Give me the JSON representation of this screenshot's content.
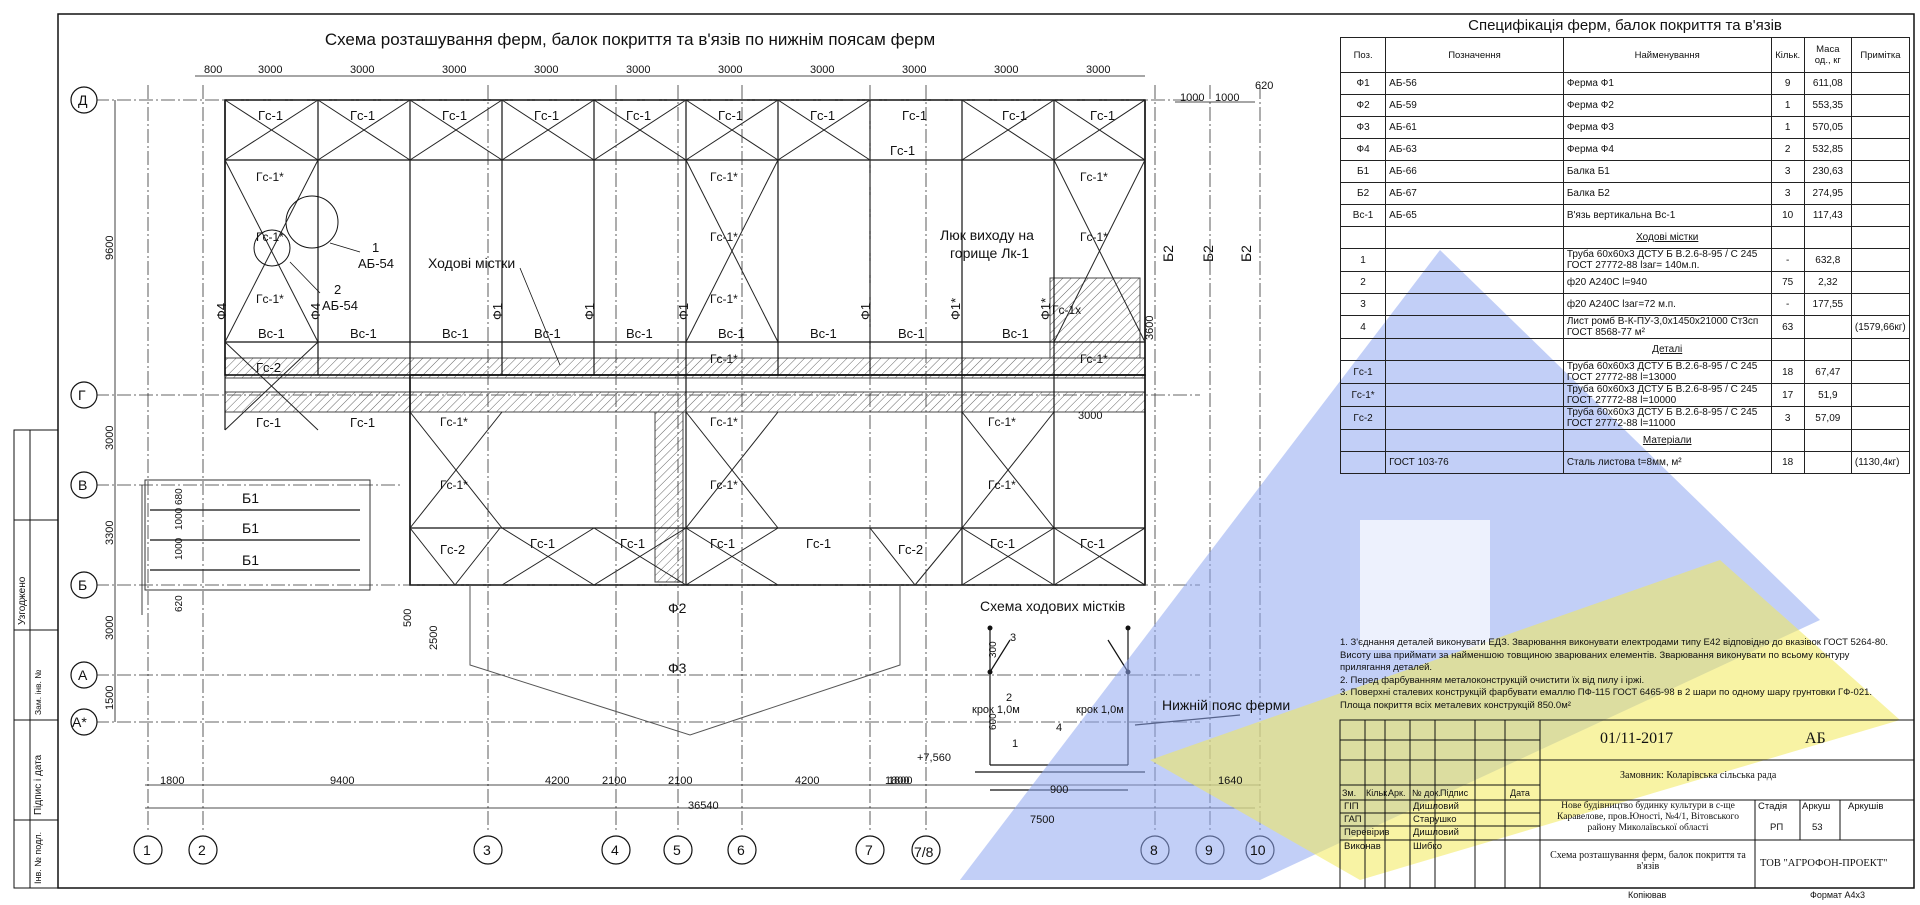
{
  "plan": {
    "title": "Схема розташування ферм, балок покриття та в'язів по нижнім поясам ферм",
    "axes_letters": [
      "Д",
      "Г",
      "В",
      "Б",
      "А",
      "А*"
    ],
    "axes_numbers": [
      "1",
      "2",
      "3",
      "4",
      "5",
      "6",
      "7",
      "7/8",
      "8",
      "9",
      "10"
    ],
    "top_dims": [
      "800",
      "3000",
      "3000",
      "3000",
      "3000",
      "3000",
      "3000",
      "3000",
      "3000",
      "3000",
      "3000"
    ],
    "top_right_dims": [
      "1000",
      "1000",
      "620"
    ],
    "bottom_dims": [
      "1800",
      "9400",
      "4200",
      "2100",
      "2100",
      "4200",
      "1800",
      "1640"
    ],
    "total_dim": "36540",
    "left_dims": [
      "9600",
      "3000",
      "3300",
      "3000",
      "1500"
    ],
    "left_small_dims": [
      "680",
      "1000",
      "1000",
      "620"
    ],
    "other_dims": [
      "3600",
      "3000",
      "7500",
      "500",
      "2500"
    ],
    "row1_labels": [
      "Гс-1",
      "Гс-1",
      "Гс-1",
      "Гс-1",
      "Гс-1",
      "Гс-1",
      "Гс-1",
      "Гс-1",
      "Гс-1",
      "Гс-1"
    ],
    "gs1_extra": "Гс-1",
    "gs1star": "Гс-1*",
    "gs1_label": "Гс-1",
    "gs2": "Гс-2",
    "gs1b": "Гс-1",
    "vs1": "Вс-1",
    "f1": "Ф1",
    "f1star": "Ф1*",
    "f4": "Ф4",
    "f2": "Ф2",
    "f3": "Ф3",
    "b1": "Б1",
    "b2": "Б2",
    "callout1_num": "1",
    "callout1_code": "АБ-54",
    "callout2_num": "2",
    "callout2_code": "АБ-54",
    "walkways_label": "Ходові містки",
    "hatch_label_line1": "Люк виходу на",
    "hatch_label_line2": "горище Лк-1",
    "gs1x": "Гс-1х",
    "elev": "+7,560",
    "dim_1800_label": "1800"
  },
  "walkway": {
    "title": "Схема ходових містків",
    "lower_chord": "Нижній пояс ферми",
    "step": "крок 1,0м",
    "dims": [
      "300",
      "600",
      "900"
    ],
    "marks": [
      "1",
      "2",
      "3",
      "4"
    ]
  },
  "spec": {
    "title": "Специфікація ферм, балок покриття та в'язів",
    "headers": [
      "Поз.",
      "Позначення",
      "Найменування",
      "Кільк.",
      "Маса од., кг",
      "Примітка"
    ],
    "rows": [
      [
        "Ф1",
        "АБ-56",
        "Ферма Ф1",
        "9",
        "611,08",
        ""
      ],
      [
        "Ф2",
        "АБ-59",
        "Ферма Ф2",
        "1",
        "553,35",
        ""
      ],
      [
        "Ф3",
        "АБ-61",
        "Ферма Ф3",
        "1",
        "570,05",
        ""
      ],
      [
        "Ф4",
        "АБ-63",
        "Ферма Ф4",
        "2",
        "532,85",
        ""
      ],
      [
        "Б1",
        "АБ-66",
        "Балка Б1",
        "3",
        "230,63",
        ""
      ],
      [
        "Б2",
        "АБ-67",
        "Балка Б2",
        "3",
        "274,95",
        ""
      ],
      [
        "Вс-1",
        "АБ-65",
        "В'язь вертикальна Вс-1",
        "10",
        "117,43",
        ""
      ]
    ],
    "section_walkways": "Ходові містки",
    "walk_rows": [
      [
        "1",
        "",
        "Труба 60х60х3 ДСТУ Б В.2.6-8-95 / С 245 ГОСТ 27772-88  lзаг= 140м.п.",
        "-",
        "632,8",
        ""
      ],
      [
        "2",
        "",
        "ф20 А240С l=940",
        "75",
        "2,32",
        ""
      ],
      [
        "3",
        "",
        "ф20 А240С lзаг=72 м.п.",
        "-",
        "177,55",
        ""
      ],
      [
        "4",
        "",
        "Лист ромб В-К-ПУ-3,0х1450х21000 Ст3сп ГОСТ 8568-77  м²",
        "63",
        "",
        "(1579,66кг)"
      ]
    ],
    "section_details": "Деталі",
    "detail_rows": [
      [
        "Гс-1",
        "",
        "Труба 60х60х3 ДСТУ Б В.2.6-8-95 / С 245 ГОСТ 27772-88  l=13000",
        "18",
        "67,47",
        ""
      ],
      [
        "Гс-1*",
        "",
        "Труба 60х60х3 ДСТУ Б В.2.6-8-95 / С 245 ГОСТ 27772-88  l=10000",
        "17",
        "51,9",
        ""
      ],
      [
        "Гс-2",
        "",
        "Труба 60х60х3 ДСТУ Б В.2.6-8-95 / С 245 ГОСТ 27772-88  l=11000",
        "3",
        "57,09",
        ""
      ]
    ],
    "section_materials": "Матеріали",
    "material_rows": [
      [
        "",
        "ГОСТ 103-76",
        "Сталь листова  t=8мм, м²",
        "18",
        "",
        "(1130,4кг)"
      ]
    ]
  },
  "notes": [
    "1. З'єднання деталей виконувати ЕДЗ. Зварювання виконувати електродами типу Е42 відповідно до вказівок ГОСТ 5264-80. Висоту шва приймати за найменшою товщиною зварюваних елементів. Зварювання виконувати по всьому контуру прилягання деталей.",
    "2. Перед фарбуванням металоконструкцій очистити їх від пилу і іржі.",
    "3. Поверхні сталевих конструкцій фарбувати емаллю ПФ-115 ГОСТ 6465-98 в 2 шари по одному шару грунтовки ГФ-021. Площа покриття всіх металевих конструкцій 850.0м²"
  ],
  "titleblock": {
    "doc_code": "01/11-2017",
    "code_suffix": "АБ",
    "customer": "Замовник:  Коларівська сільська рада",
    "col_heads": [
      "Зм.",
      "Кільк.",
      "Арк.",
      "№ док.",
      "Підпис",
      "Дата"
    ],
    "roles": [
      "ГІП",
      "ГАП",
      "Перевірив",
      "Виконав"
    ],
    "names": [
      "Дишловий",
      "Старушко",
      "Дишловий",
      "Шибко"
    ],
    "project": "Нове будівництво будинку культури в с-ще Каравелове, пров.Юності, №4/1, Вітовського району Миколаївської області",
    "stage_head": "Стадія",
    "sheet_head": "Аркуш",
    "sheets_head": "Аркушів",
    "stage": "РП",
    "sheet": "53",
    "drawing_name": "Схема розташування ферм, балок покриття та в'язів",
    "company": "ТОВ \"АГРОФОН-ПРОЕКТ\"",
    "copied": "Копіював",
    "format": "Формат   А4х3"
  },
  "side_stamp": {
    "agreed": "Узгоджено",
    "replace_inv": "Зам. інв. №",
    "sign_date": "Підпис і дата",
    "inv_orig": "Інв. № подл."
  }
}
